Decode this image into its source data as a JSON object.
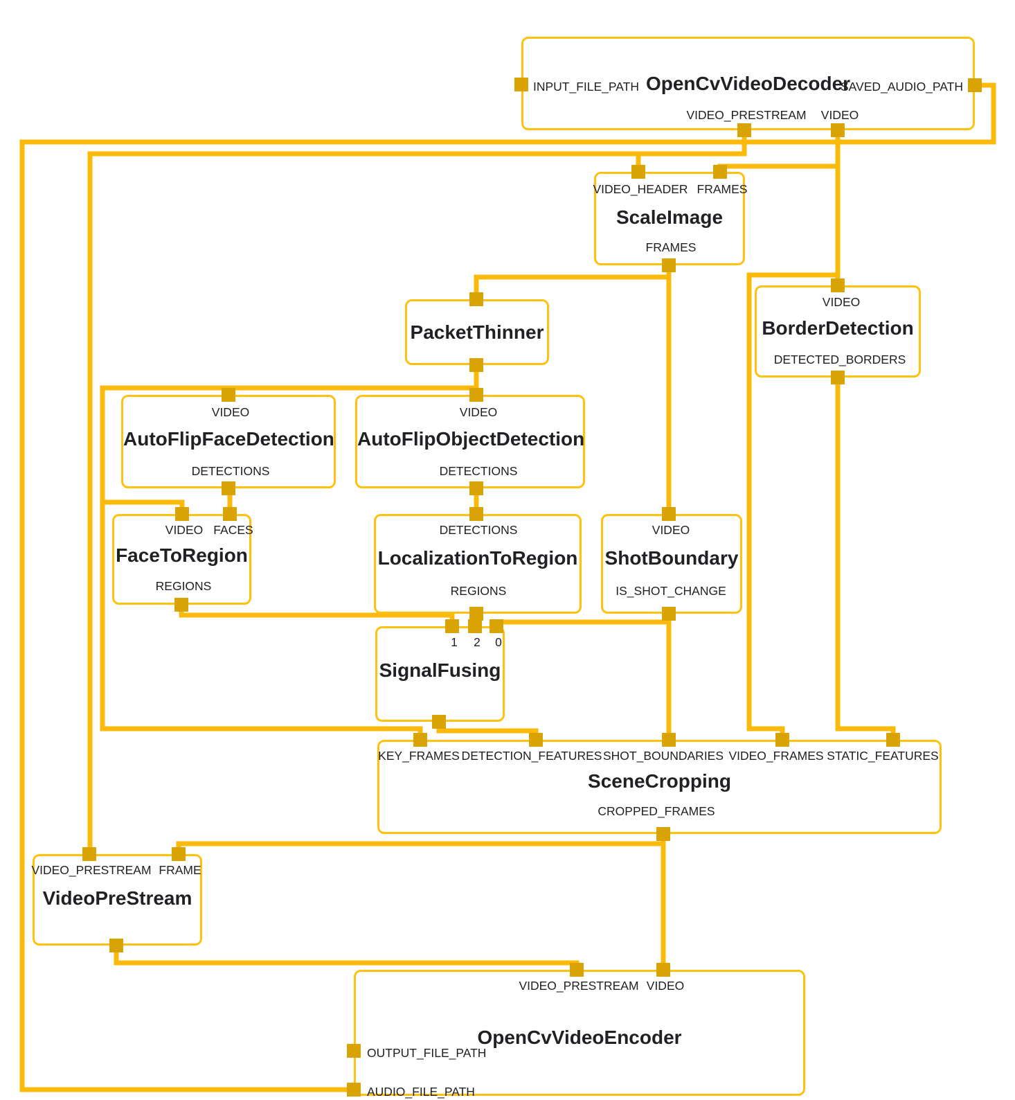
{
  "diagram": {
    "colors": {
      "edge": "#FBB90A",
      "node_border": "#FFC10D",
      "port": "#D8A303",
      "text": "#202124",
      "background": "#ffffff"
    },
    "nodes": {
      "decoder": {
        "title": "OpenCvVideoDecoder",
        "ports": {
          "input_file_path": "INPUT_FILE_PATH",
          "saved_audio_path": "SAVED_AUDIO_PATH",
          "video_prestream": "VIDEO_PRESTREAM",
          "video": "VIDEO"
        }
      },
      "scale_image": {
        "title": "ScaleImage",
        "ports": {
          "video_header": "VIDEO_HEADER",
          "frames_in": "FRAMES",
          "frames_out": "FRAMES"
        }
      },
      "packet_thinner": {
        "title": "PacketThinner"
      },
      "border_detection": {
        "title": "BorderDetection",
        "ports": {
          "video": "VIDEO",
          "detected_borders": "DETECTED_BORDERS"
        }
      },
      "face_detection": {
        "title": "AutoFlipFaceDetection",
        "ports": {
          "video": "VIDEO",
          "detections": "DETECTIONS"
        }
      },
      "object_detection": {
        "title": "AutoFlipObjectDetection",
        "ports": {
          "video": "VIDEO",
          "detections": "DETECTIONS"
        }
      },
      "face_to_region": {
        "title": "FaceToRegion",
        "ports": {
          "video": "VIDEO",
          "faces": "FACES",
          "regions": "REGIONS"
        }
      },
      "localization_to_region": {
        "title": "LocalizationToRegion",
        "ports": {
          "detections": "DETECTIONS",
          "regions": "REGIONS"
        }
      },
      "shot_boundary": {
        "title": "ShotBoundary",
        "ports": {
          "video": "VIDEO",
          "is_shot_change": "IS_SHOT_CHANGE"
        }
      },
      "signal_fusing": {
        "title": "SignalFusing",
        "ports": {
          "in1": "1",
          "in2": "2",
          "in0": "0"
        }
      },
      "scene_cropping": {
        "title": "SceneCropping",
        "ports": {
          "key_frames": "KEY_FRAMES",
          "detection_features": "DETECTION_FEATURES",
          "shot_boundaries": "SHOT_BOUNDARIES",
          "video_frames": "VIDEO_FRAMES",
          "static_features": "STATIC_FEATURES",
          "cropped_frames": "CROPPED_FRAMES"
        }
      },
      "video_pre_stream": {
        "title": "VideoPreStream",
        "ports": {
          "video_prestream": "VIDEO_PRESTREAM",
          "frame": "FRAME"
        }
      },
      "encoder": {
        "title": "OpenCvVideoEncoder",
        "ports": {
          "video_prestream": "VIDEO_PRESTREAM",
          "video": "VIDEO",
          "output_file_path": "OUTPUT_FILE_PATH",
          "audio_file_path": "AUDIO_FILE_PATH"
        }
      }
    },
    "connections": [
      {
        "from": "OpenCvVideoDecoder.SAVED_AUDIO_PATH",
        "to": "OpenCvVideoEncoder.AUDIO_FILE_PATH"
      },
      {
        "from": "OpenCvVideoDecoder.VIDEO_PRESTREAM",
        "to": "ScaleImage.VIDEO_HEADER"
      },
      {
        "from": "OpenCvVideoDecoder.VIDEO_PRESTREAM",
        "to": "VideoPreStream.VIDEO_PRESTREAM"
      },
      {
        "from": "OpenCvVideoDecoder.VIDEO",
        "to": "ScaleImage.FRAMES"
      },
      {
        "from": "OpenCvVideoDecoder.VIDEO",
        "to": "BorderDetection.VIDEO"
      },
      {
        "from": "OpenCvVideoDecoder.VIDEO",
        "to": "SceneCropping.VIDEO_FRAMES"
      },
      {
        "from": "ScaleImage.FRAMES",
        "to": "PacketThinner"
      },
      {
        "from": "ScaleImage.FRAMES",
        "to": "ShotBoundary.VIDEO"
      },
      {
        "from": "PacketThinner",
        "to": "AutoFlipObjectDetection.VIDEO"
      },
      {
        "from": "PacketThinner",
        "to": "AutoFlipFaceDetection.VIDEO"
      },
      {
        "from": "PacketThinner",
        "to": "FaceToRegion.VIDEO"
      },
      {
        "from": "PacketThinner",
        "to": "SceneCropping.KEY_FRAMES"
      },
      {
        "from": "AutoFlipFaceDetection.DETECTIONS",
        "to": "FaceToRegion.FACES"
      },
      {
        "from": "AutoFlipObjectDetection.DETECTIONS",
        "to": "LocalizationToRegion.DETECTIONS"
      },
      {
        "from": "FaceToRegion.REGIONS",
        "to": "SignalFusing.1"
      },
      {
        "from": "LocalizationToRegion.REGIONS",
        "to": "SignalFusing.2"
      },
      {
        "from": "ShotBoundary.IS_SHOT_CHANGE",
        "to": "SignalFusing.0"
      },
      {
        "from": "ShotBoundary.IS_SHOT_CHANGE",
        "to": "SceneCropping.SHOT_BOUNDARIES"
      },
      {
        "from": "SignalFusing",
        "to": "SceneCropping.DETECTION_FEATURES"
      },
      {
        "from": "BorderDetection.DETECTED_BORDERS",
        "to": "SceneCropping.STATIC_FEATURES"
      },
      {
        "from": "SceneCropping.CROPPED_FRAMES",
        "to": "VideoPreStream.FRAME"
      },
      {
        "from": "SceneCropping.CROPPED_FRAMES",
        "to": "OpenCvVideoEncoder.VIDEO"
      },
      {
        "from": "VideoPreStream",
        "to": "OpenCvVideoEncoder.VIDEO_PRESTREAM"
      }
    ]
  }
}
